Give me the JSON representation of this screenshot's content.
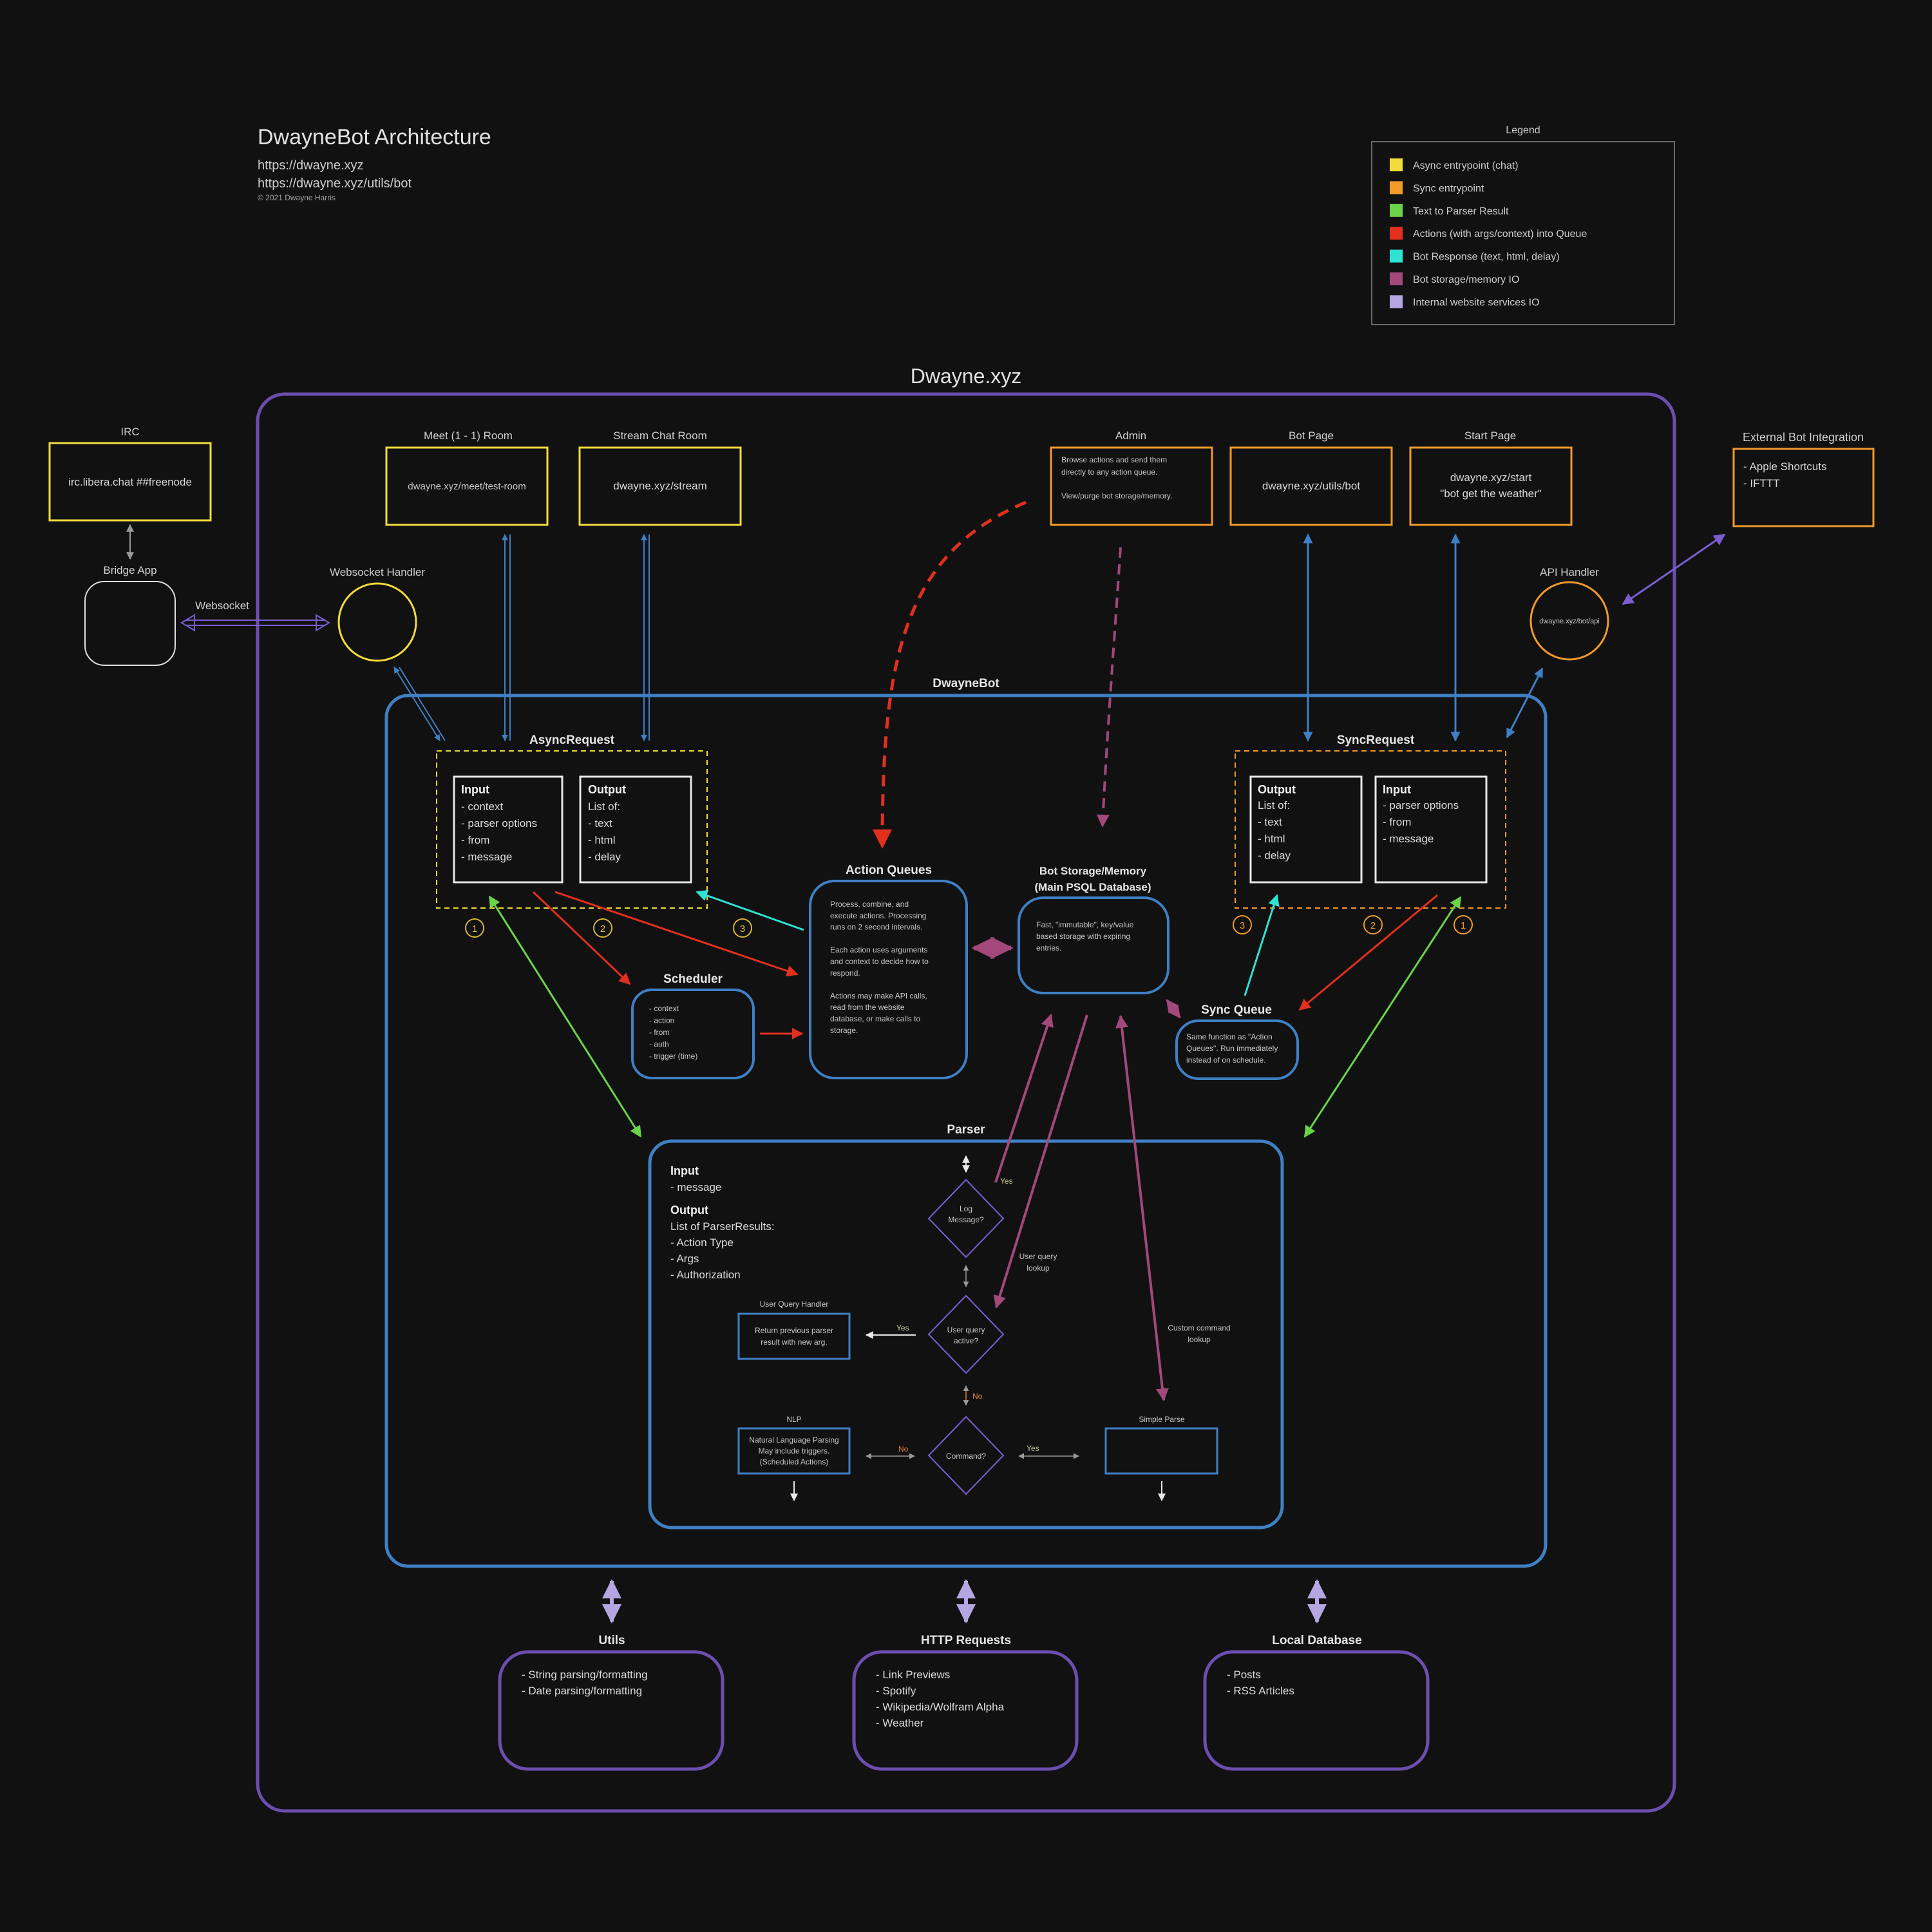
{
  "header": {
    "title": "DwayneBot Architecture",
    "url1": "https://dwayne.xyz",
    "url2": "https://dwayne.xyz/utils/bot",
    "copyright": "© 2021 Dwayne Harris"
  },
  "legend": {
    "title": "Legend",
    "items": [
      {
        "label": "Async entrypoint (chat)",
        "color": "#f2dc3c"
      },
      {
        "label": "Sync entrypoint",
        "color": "#f29a2a"
      },
      {
        "label": "Text to Parser Result",
        "color": "#6cd44a"
      },
      {
        "label": "Actions (with args/context) into Queue",
        "color": "#e2301e"
      },
      {
        "label": "Bot Response (text, html, delay)",
        "color": "#2fe2d2"
      },
      {
        "label": "Bot storage/memory IO",
        "color": "#a2487a"
      },
      {
        "label": "Internal website services IO",
        "color": "#b4a6e0"
      }
    ]
  },
  "colors": {
    "site": "#6b4fb0",
    "bot": "#3f80c4",
    "async": "#f2dc3c",
    "sync": "#f29a2a",
    "parser": "#6cd44a",
    "action": "#e2301e",
    "response": "#2fe2d2",
    "storage": "#a2487a",
    "internal": "#b4a6e0",
    "white": "#e8e8e8"
  },
  "site": {
    "title": "Dwayne.xyz"
  },
  "irc": {
    "label": "IRC",
    "text": "irc.libera.chat ##freenode"
  },
  "bridge": {
    "label": "Bridge App",
    "link_label": "Websocket"
  },
  "websocket_handler": {
    "label": "Websocket Handler"
  },
  "meet": {
    "label": "Meet (1 - 1) Room",
    "text": "dwayne.xyz/meet/test-room"
  },
  "stream": {
    "label": "Stream Chat Room",
    "text": "dwayne.xyz/stream"
  },
  "admin": {
    "label": "Admin",
    "line1": "Browse actions and send them",
    "line2": "directly to any action queue.",
    "line3": "View/purge bot storage/memory."
  },
  "bot_page": {
    "label": "Bot Page",
    "text": "dwayne.xyz/utils/bot"
  },
  "start_page": {
    "label": "Start Page",
    "line1": "dwayne.xyz/start",
    "line2": "\"bot get the weather\""
  },
  "external": {
    "label": "External Bot Integration",
    "item1": "- Apple Shortcuts",
    "item2": "- IFTTT"
  },
  "api_handler": {
    "label": "API Handler",
    "text": "dwayne.xyz/bot/api"
  },
  "bot": {
    "title": "DwayneBot"
  },
  "async_request": {
    "title": "AsyncRequest",
    "input_head": "Input",
    "input_items": [
      "- context",
      "- parser options",
      "- from",
      "- message"
    ],
    "output_head": "Output",
    "output_items": [
      "List of:",
      "- text",
      "- html",
      "- delay"
    ],
    "steps": [
      "1",
      "2",
      "3"
    ]
  },
  "sync_request": {
    "title": "SyncRequest",
    "output_head": "Output",
    "output_items": [
      "List of:",
      "- text",
      "- html",
      "- delay"
    ],
    "input_head": "Input",
    "input_items": [
      "- parser options",
      "- from",
      "- message"
    ],
    "steps": [
      "3",
      "2",
      "1"
    ]
  },
  "scheduler": {
    "title": "Scheduler",
    "items": [
      "- context",
      "- action",
      "- from",
      "- auth",
      "- trigger (time)"
    ]
  },
  "action_queues": {
    "title": "Action Queues",
    "lines": [
      "Process, combine, and",
      "execute actions. Processing",
      "runs on 2 second intervals.",
      "",
      "Each action uses arguments",
      "and context to decide how to",
      "respond.",
      "",
      "Actions may make API calls,",
      "read from the website",
      "database, or make calls to",
      "storage."
    ]
  },
  "storage": {
    "title1": "Bot Storage/Memory",
    "title2": "(Main PSQL Database)",
    "lines": [
      "Fast, \"immutable\", key/value",
      "based storage with expiring",
      "entries."
    ]
  },
  "sync_queue": {
    "title": "Sync Queue",
    "lines": [
      "Same function as \"Action",
      "Queues\". Run immediately",
      "instead of on schedule."
    ]
  },
  "parser": {
    "title": "Parser",
    "input_head": "Input",
    "input_items": [
      "- message"
    ],
    "output_head": "Output",
    "output_items": [
      "List of ParserResults:",
      "- Action Type",
      "- Args",
      "- Authorization"
    ],
    "log_q": [
      "Log",
      "Message?"
    ],
    "user_q": [
      "User query",
      "active?"
    ],
    "command_q": "Command?",
    "yes": "Yes",
    "no": "No",
    "user_lookup": [
      "User query",
      "lookup"
    ],
    "custom_lookup": [
      "Custom command",
      "lookup"
    ],
    "uqh_label": "User Query Handler",
    "uqh_lines": [
      "Return previous parser",
      "result with new arg."
    ],
    "nlp_label": "NLP",
    "nlp_lines": [
      "Natural Language Parsing",
      "May include triggers.",
      "(Scheduled Actions)"
    ],
    "simple_label": "Simple Parse"
  },
  "utils": {
    "title": "Utils",
    "items": [
      "- String parsing/formatting",
      "- Date parsing/formatting"
    ]
  },
  "http": {
    "title": "HTTP Requests",
    "items": [
      "- Link Previews",
      "- Spotify",
      "- Wikipedia/Wolfram Alpha",
      "- Weather"
    ]
  },
  "localdb": {
    "title": "Local Database",
    "items": [
      "- Posts",
      "- RSS Articles"
    ]
  }
}
